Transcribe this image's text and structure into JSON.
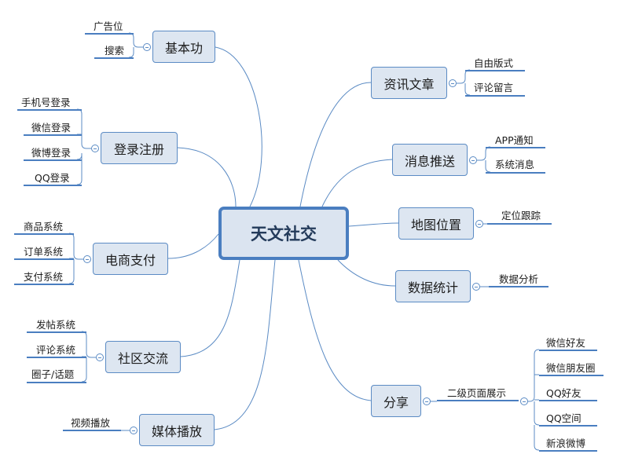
{
  "root": {
    "label": "天文社交",
    "left": [
      {
        "label": "基本功",
        "children": [
          "广告位",
          "搜索"
        ]
      },
      {
        "label": "登录注册",
        "children": [
          "手机号登录",
          "微信登录",
          "微博登录",
          "QQ登录"
        ]
      },
      {
        "label": "电商支付",
        "children": [
          "商品系统",
          "订单系统",
          "支付系统"
        ]
      },
      {
        "label": "社区交流",
        "children": [
          "发帖系统",
          "评论系统",
          "圈子/话题"
        ]
      },
      {
        "label": "媒体播放",
        "children": [
          "视频播放"
        ]
      }
    ],
    "right": [
      {
        "label": "资讯文章",
        "children": [
          "自由版式",
          "评论留言"
        ]
      },
      {
        "label": "消息推送",
        "children": [
          "APP通知",
          "系统消息"
        ]
      },
      {
        "label": "地图位置",
        "children": [
          "定位跟踪"
        ]
      },
      {
        "label": "数据统计",
        "children": [
          "数据分析"
        ]
      },
      {
        "label": "分享",
        "children": [
          {
            "label": "二级页面展示",
            "children": [
              "微信好友",
              "微信朋友圈",
              "QQ好友",
              "QQ空间",
              "新浪微博"
            ]
          }
        ]
      }
    ]
  },
  "colors": {
    "line": "#4a7ec0",
    "node_fill": "#dde6f1",
    "node_border": "#5b8bc4"
  }
}
